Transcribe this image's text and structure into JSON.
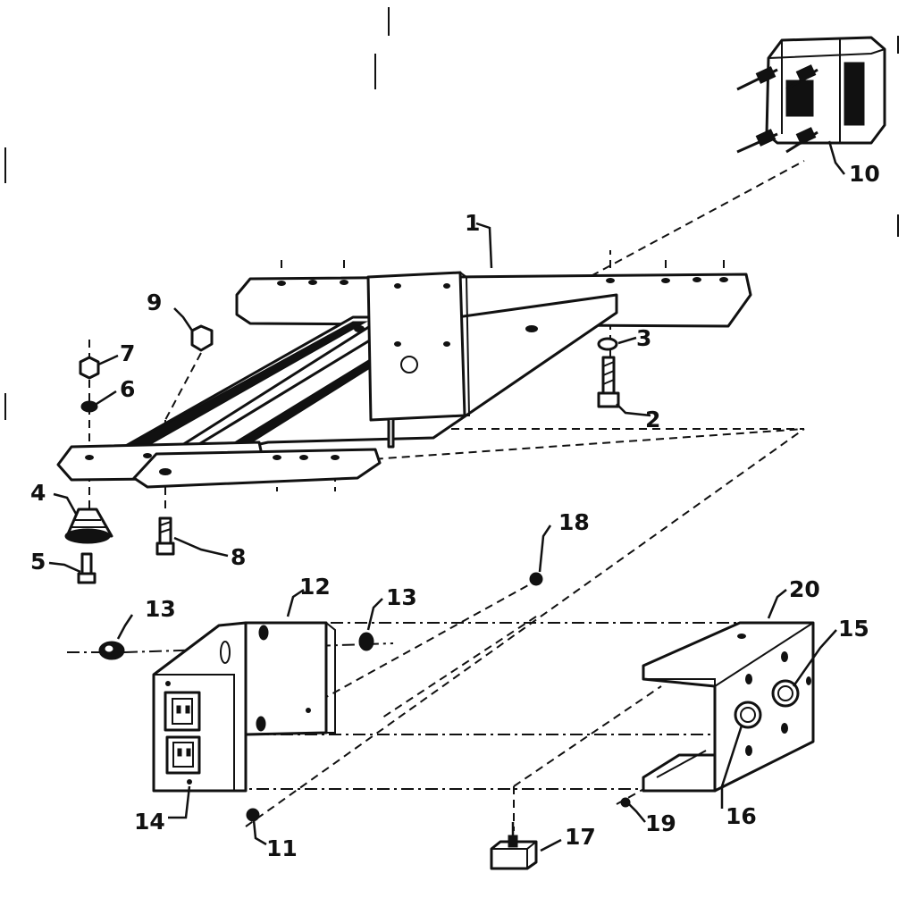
{
  "callouts": [
    {
      "id": "c1",
      "label": "1"
    },
    {
      "id": "c2",
      "label": "2"
    },
    {
      "id": "c3",
      "label": "3"
    },
    {
      "id": "c4",
      "label": "4"
    },
    {
      "id": "c5",
      "label": "5"
    },
    {
      "id": "c6",
      "label": "6"
    },
    {
      "id": "c7",
      "label": "7"
    },
    {
      "id": "c8",
      "label": "8"
    },
    {
      "id": "c9",
      "label": "9"
    },
    {
      "id": "c10",
      "label": "10"
    },
    {
      "id": "c11",
      "label": "11"
    },
    {
      "id": "c12",
      "label": "12"
    },
    {
      "id": "c13a",
      "label": "13"
    },
    {
      "id": "c13b",
      "label": "13"
    },
    {
      "id": "c14",
      "label": "14"
    },
    {
      "id": "c15",
      "label": "15"
    },
    {
      "id": "c16",
      "label": "16"
    },
    {
      "id": "c17",
      "label": "17"
    },
    {
      "id": "c18",
      "label": "18"
    },
    {
      "id": "c19",
      "label": "19"
    },
    {
      "id": "c20",
      "label": "20"
    }
  ]
}
